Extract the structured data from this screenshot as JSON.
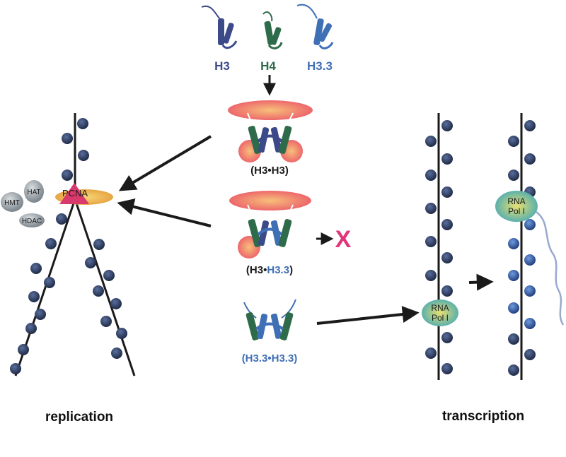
{
  "histones": {
    "h3": "H3",
    "h4": "H4",
    "h33": "H3.3"
  },
  "complexes": {
    "h3_h3": {
      "open": "(",
      "a": "H3",
      "dot": "•",
      "b": "H3",
      "close": ")"
    },
    "h3_h33": {
      "open": "(",
      "a": "H3",
      "dot": "•",
      "b": "H3.3",
      "close": ")"
    },
    "h33_h33": "(H3.3•H3.3)"
  },
  "blocked_mark": "X",
  "factors": {
    "pcna": "PCNA",
    "hat": "HAT",
    "hmt": "HMT",
    "hdac": "HDAC"
  },
  "rna_pol": {
    "line1": "RNA",
    "line2": "Pol I"
  },
  "sections": {
    "replication": "replication",
    "transcription": "transcription"
  },
  "colors": {
    "h3": "#3d4a8a",
    "h4": "#2e6b4a",
    "h33": "#3f6fb5",
    "nucleosome": "#2b3a5c",
    "nucleosome_new": "#3b67b8",
    "pcna": "#d93a6e",
    "pcna_ring": "#f0c246",
    "chaperone": "#ee6a60",
    "x_mark": "#e0357a",
    "rna_pol": "#6bbfb0",
    "transcript": "#9aa8d0",
    "factor_grey": "#9aa3aa",
    "ink": "#1a1a1a"
  }
}
